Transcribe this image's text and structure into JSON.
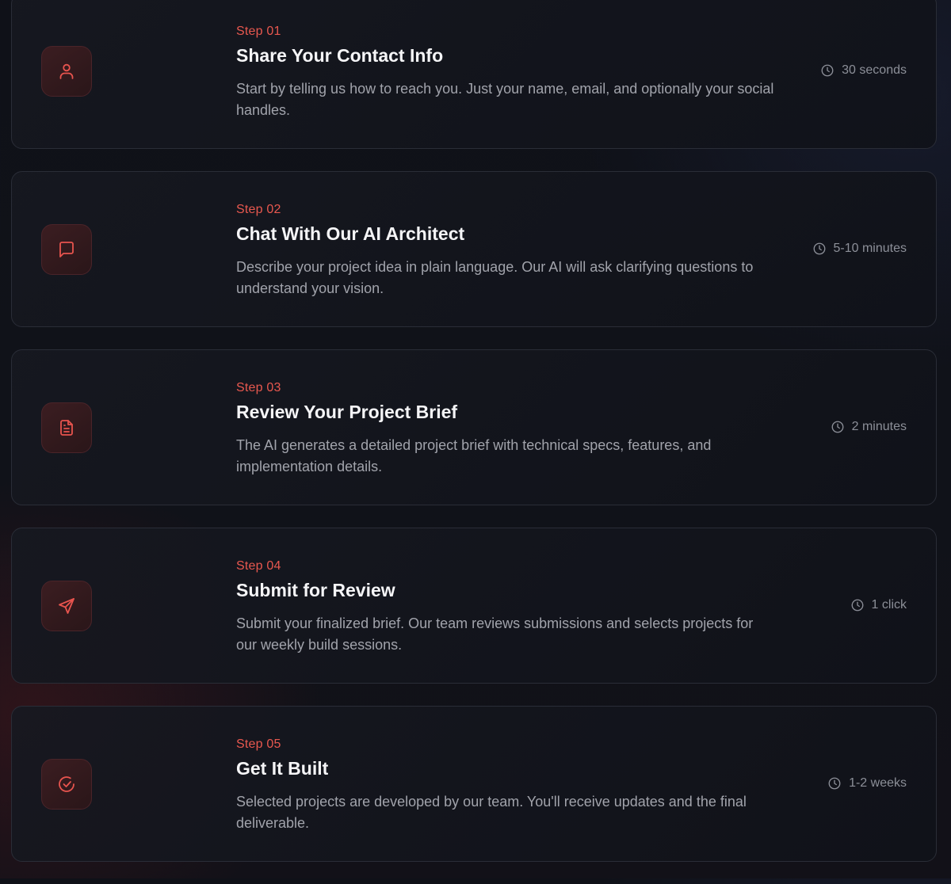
{
  "steps": [
    {
      "number": "Step 01",
      "title": "Share Your Contact Info",
      "description": "Start by telling us how to reach you. Just your name, email, and optionally your social handles.",
      "duration": "30 seconds",
      "icon": "user-icon"
    },
    {
      "number": "Step 02",
      "title": "Chat With Our AI Architect",
      "description": "Describe your project idea in plain language. Our AI will ask clarifying questions to understand your vision.",
      "duration": "5-10 minutes",
      "icon": "message-square-icon"
    },
    {
      "number": "Step 03",
      "title": "Review Your Project Brief",
      "description": "The AI generates a detailed project brief with technical specs, features, and implementation details.",
      "duration": "2 minutes",
      "icon": "file-text-icon"
    },
    {
      "number": "Step 04",
      "title": "Submit for Review",
      "description": "Submit your finalized brief. Our team reviews submissions and selects projects for our weekly build sessions.",
      "duration": "1 click",
      "icon": "send-icon"
    },
    {
      "number": "Step 05",
      "title": "Get It Built",
      "description": "Selected projects are developed by our team. You'll receive updates and the final deliverable.",
      "duration": "1-2 weeks",
      "icon": "check-circle-icon"
    }
  ],
  "colors": {
    "accent": "#e8544e",
    "background": "#101219",
    "card_border": "#2a2d37",
    "muted_text": "#a1a3ab"
  }
}
